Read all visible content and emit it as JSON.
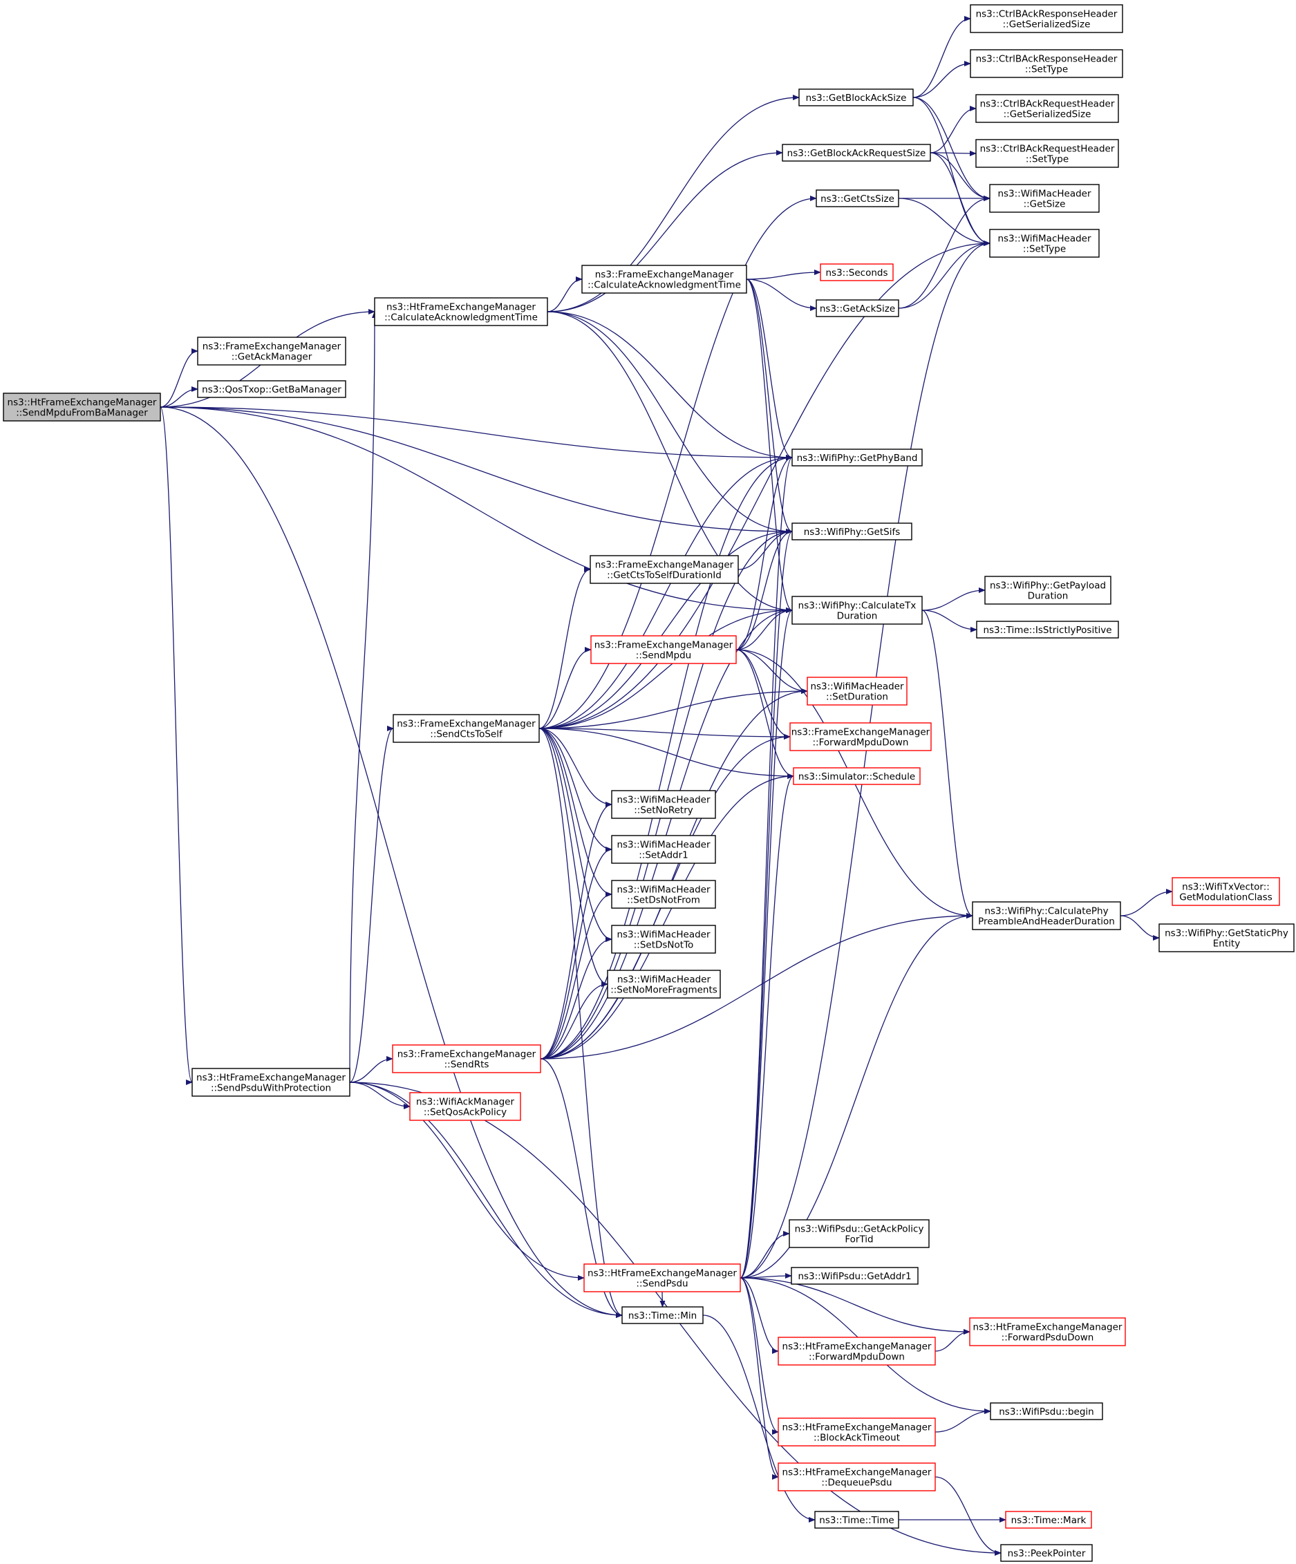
{
  "colors": {
    "edge": "#191970",
    "node_border": "#000000",
    "node_border_truncated": "#ff0000",
    "root_fill": "#bfbfbf",
    "node_fill": "#ffffff"
  },
  "nodes": [
    {
      "id": "root",
      "lines": [
        "ns3::HtFrameExchangeManager",
        "::SendMpduFromBaManager"
      ],
      "style": "root"
    },
    {
      "id": "calcAckHt",
      "lines": [
        "ns3::HtFrameExchangeManager",
        "::CalculateAcknowledgmentTime"
      ],
      "style": "normal"
    },
    {
      "id": "getAckMgr",
      "lines": [
        "ns3::FrameExchangeManager",
        "::GetAckManager"
      ],
      "style": "normal"
    },
    {
      "id": "getBaMgr",
      "lines": [
        "ns3::QosTxop::GetBaManager"
      ],
      "style": "normal"
    },
    {
      "id": "sendPsduProt",
      "lines": [
        "ns3::HtFrameExchangeManager",
        "::SendPsduWithProtection"
      ],
      "style": "normal"
    },
    {
      "id": "timeMin",
      "lines": [
        "ns3::Time::Min"
      ],
      "style": "normal"
    },
    {
      "id": "peekPtr",
      "lines": [
        "ns3::PeekPointer"
      ],
      "style": "normal"
    },
    {
      "id": "getPhyBand",
      "lines": [
        "ns3::WifiPhy::GetPhyBand"
      ],
      "style": "normal"
    },
    {
      "id": "getSifs",
      "lines": [
        "ns3::WifiPhy::GetSifs"
      ],
      "style": "normal"
    },
    {
      "id": "calcTx",
      "lines": [
        "ns3::WifiPhy::CalculateTx",
        "Duration"
      ],
      "style": "normal"
    },
    {
      "id": "getBlockAckSize",
      "lines": [
        "ns3::GetBlockAckSize"
      ],
      "style": "normal"
    },
    {
      "id": "getBlockAckReqSize",
      "lines": [
        "ns3::GetBlockAckRequestSize"
      ],
      "style": "normal"
    },
    {
      "id": "calcAckFem",
      "lines": [
        "ns3::FrameExchangeManager",
        "::CalculateAcknowledgmentTime"
      ],
      "style": "normal"
    },
    {
      "id": "getCtsSize",
      "lines": [
        "ns3::GetCtsSize"
      ],
      "style": "normal"
    },
    {
      "id": "seconds",
      "lines": [
        "ns3::Seconds"
      ],
      "style": "truncated"
    },
    {
      "id": "getAckSize",
      "lines": [
        "ns3::GetAckSize"
      ],
      "style": "normal"
    },
    {
      "id": "baRespSer",
      "lines": [
        "ns3::CtrlBAckResponseHeader",
        "::GetSerializedSize"
      ],
      "style": "normal"
    },
    {
      "id": "baRespType",
      "lines": [
        "ns3::CtrlBAckResponseHeader",
        "::SetType"
      ],
      "style": "normal"
    },
    {
      "id": "baReqSer",
      "lines": [
        "ns3::CtrlBAckRequestHeader",
        "::GetSerializedSize"
      ],
      "style": "normal"
    },
    {
      "id": "baReqType",
      "lines": [
        "ns3::CtrlBAckRequestHeader",
        "::SetType"
      ],
      "style": "normal"
    },
    {
      "id": "macGetSize",
      "lines": [
        "ns3::WifiMacHeader",
        "::GetSize"
      ],
      "style": "normal"
    },
    {
      "id": "macSetType",
      "lines": [
        "ns3::WifiMacHeader",
        "::SetType"
      ],
      "style": "normal"
    },
    {
      "id": "getPayload",
      "lines": [
        "ns3::WifiPhy::GetPayload",
        "Duration"
      ],
      "style": "normal"
    },
    {
      "id": "isStrictPos",
      "lines": [
        "ns3::Time::IsStrictlyPositive"
      ],
      "style": "normal"
    },
    {
      "id": "calcPreamble",
      "lines": [
        "ns3::WifiPhy::CalculatePhy",
        "PreambleAndHeaderDuration"
      ],
      "style": "normal"
    },
    {
      "id": "getModClass",
      "lines": [
        "ns3::WifiTxVector::",
        "GetModulationClass"
      ],
      "style": "truncated"
    },
    {
      "id": "getStaticPhy",
      "lines": [
        "ns3::WifiPhy::GetStaticPhy",
        "Entity"
      ],
      "style": "normal"
    },
    {
      "id": "getCtsToSelf",
      "lines": [
        "ns3::FrameExchangeManager",
        "::GetCtsToSelfDurationId"
      ],
      "style": "normal"
    },
    {
      "id": "sendMpdu",
      "lines": [
        "ns3::FrameExchangeManager",
        "::SendMpdu"
      ],
      "style": "truncated"
    },
    {
      "id": "sendCtsToSelf",
      "lines": [
        "ns3::FrameExchangeManager",
        "::SendCtsToSelf"
      ],
      "style": "normal"
    },
    {
      "id": "setDuration",
      "lines": [
        "ns3::WifiMacHeader",
        "::SetDuration"
      ],
      "style": "truncated"
    },
    {
      "id": "fwdMpduFem",
      "lines": [
        "ns3::FrameExchangeManager",
        "::ForwardMpduDown"
      ],
      "style": "truncated"
    },
    {
      "id": "schedule",
      "lines": [
        "ns3::Simulator::Schedule"
      ],
      "style": "truncated"
    },
    {
      "id": "setNoRetry",
      "lines": [
        "ns3::WifiMacHeader",
        "::SetNoRetry"
      ],
      "style": "normal"
    },
    {
      "id": "setAddr1",
      "lines": [
        "ns3::WifiMacHeader",
        "::SetAddr1"
      ],
      "style": "normal"
    },
    {
      "id": "setDsNotFrom",
      "lines": [
        "ns3::WifiMacHeader",
        "::SetDsNotFrom"
      ],
      "style": "normal"
    },
    {
      "id": "setDsNotTo",
      "lines": [
        "ns3::WifiMacHeader",
        "::SetDsNotTo"
      ],
      "style": "normal"
    },
    {
      "id": "setNoMoreFrag",
      "lines": [
        "ns3::WifiMacHeader",
        "::SetNoMoreFragments"
      ],
      "style": "normal"
    },
    {
      "id": "sendRts",
      "lines": [
        "ns3::FrameExchangeManager",
        "::SendRts"
      ],
      "style": "truncated"
    },
    {
      "id": "setQosAck",
      "lines": [
        "ns3::WifiAckManager",
        "::SetQosAckPolicy"
      ],
      "style": "truncated"
    },
    {
      "id": "sendPsdu",
      "lines": [
        "ns3::HtFrameExchangeManager",
        "::SendPsdu"
      ],
      "style": "truncated"
    },
    {
      "id": "getAckPolicy",
      "lines": [
        "ns3::WifiPsdu::GetAckPolicy",
        "ForTid"
      ],
      "style": "normal"
    },
    {
      "id": "psduAddr1",
      "lines": [
        "ns3::WifiPsdu::GetAddr1"
      ],
      "style": "normal"
    },
    {
      "id": "fwdPsduHt",
      "lines": [
        "ns3::HtFrameExchangeManager",
        "::ForwardPsduDown"
      ],
      "style": "truncated"
    },
    {
      "id": "fwdMpduHt",
      "lines": [
        "ns3::HtFrameExchangeManager",
        "::ForwardMpduDown"
      ],
      "style": "truncated"
    },
    {
      "id": "psduBegin",
      "lines": [
        "ns3::WifiPsdu::begin"
      ],
      "style": "normal"
    },
    {
      "id": "blockAckTimeout",
      "lines": [
        "ns3::HtFrameExchangeManager",
        "::BlockAckTimeout"
      ],
      "style": "truncated"
    },
    {
      "id": "dequeuePsdu",
      "lines": [
        "ns3::HtFrameExchangeManager",
        "::DequeuePsdu"
      ],
      "style": "truncated"
    },
    {
      "id": "timeTime",
      "lines": [
        "ns3::Time::Time"
      ],
      "style": "normal"
    },
    {
      "id": "timeMark",
      "lines": [
        "ns3::Time::Mark"
      ],
      "style": "truncated"
    }
  ],
  "edges": [
    [
      "root",
      "calcAckHt"
    ],
    [
      "root",
      "getAckMgr"
    ],
    [
      "root",
      "getBaMgr"
    ],
    [
      "root",
      "getPhyBand"
    ],
    [
      "root",
      "getSifs"
    ],
    [
      "root",
      "calcTx"
    ],
    [
      "root",
      "sendPsduProt"
    ],
    [
      "root",
      "timeMin"
    ],
    [
      "calcAckHt",
      "getBlockAckSize"
    ],
    [
      "calcAckHt",
      "getBlockAckReqSize"
    ],
    [
      "calcAckHt",
      "calcAckFem"
    ],
    [
      "calcAckHt",
      "getPhyBand"
    ],
    [
      "calcAckHt",
      "getSifs"
    ],
    [
      "calcAckHt",
      "calcTx"
    ],
    [
      "calcAckFem",
      "seconds"
    ],
    [
      "calcAckFem",
      "getAckSize"
    ],
    [
      "calcAckFem",
      "getPhyBand"
    ],
    [
      "calcAckFem",
      "getSifs"
    ],
    [
      "calcAckFem",
      "calcTx"
    ],
    [
      "getBlockAckSize",
      "baRespSer"
    ],
    [
      "getBlockAckSize",
      "baRespType"
    ],
    [
      "getBlockAckSize",
      "macGetSize"
    ],
    [
      "getBlockAckSize",
      "macSetType"
    ],
    [
      "getBlockAckReqSize",
      "baReqSer"
    ],
    [
      "getBlockAckReqSize",
      "baReqType"
    ],
    [
      "getBlockAckReqSize",
      "macGetSize"
    ],
    [
      "getBlockAckReqSize",
      "macSetType"
    ],
    [
      "getCtsSize",
      "macGetSize"
    ],
    [
      "getCtsSize",
      "macSetType"
    ],
    [
      "getAckSize",
      "macGetSize"
    ],
    [
      "getAckSize",
      "macSetType"
    ],
    [
      "calcTx",
      "getPayload"
    ],
    [
      "calcTx",
      "isStrictPos"
    ],
    [
      "calcTx",
      "calcPreamble"
    ],
    [
      "calcPreamble",
      "getModClass"
    ],
    [
      "calcPreamble",
      "getStaticPhy"
    ],
    [
      "getCtsToSelf",
      "getSifs"
    ],
    [
      "sendMpdu",
      "getPhyBand"
    ],
    [
      "sendMpdu",
      "getSifs"
    ],
    [
      "sendMpdu",
      "calcTx"
    ],
    [
      "sendMpdu",
      "setDuration"
    ],
    [
      "sendMpdu",
      "fwdMpduFem"
    ],
    [
      "sendMpdu",
      "schedule"
    ],
    [
      "sendMpdu",
      "calcPreamble"
    ],
    [
      "sendCtsToSelf",
      "getCtsSize"
    ],
    [
      "sendCtsToSelf",
      "macSetType"
    ],
    [
      "sendCtsToSelf",
      "getPhyBand"
    ],
    [
      "sendCtsToSelf",
      "getSifs"
    ],
    [
      "sendCtsToSelf",
      "getCtsToSelf"
    ],
    [
      "sendCtsToSelf",
      "calcTx"
    ],
    [
      "sendCtsToSelf",
      "sendMpdu"
    ],
    [
      "sendCtsToSelf",
      "setDuration"
    ],
    [
      "sendCtsToSelf",
      "fwdMpduFem"
    ],
    [
      "sendCtsToSelf",
      "schedule"
    ],
    [
      "sendCtsToSelf",
      "setNoRetry"
    ],
    [
      "sendCtsToSelf",
      "setAddr1"
    ],
    [
      "sendCtsToSelf",
      "setDsNotFrom"
    ],
    [
      "sendCtsToSelf",
      "setDsNotTo"
    ],
    [
      "sendCtsToSelf",
      "setNoMoreFrag"
    ],
    [
      "sendCtsToSelf",
      "timeMin"
    ],
    [
      "sendRts",
      "setNoRetry"
    ],
    [
      "sendRts",
      "setAddr1"
    ],
    [
      "sendRts",
      "setDsNotFrom"
    ],
    [
      "sendRts",
      "setDsNotTo"
    ],
    [
      "sendRts",
      "setNoMoreFrag"
    ],
    [
      "sendRts",
      "getPhyBand"
    ],
    [
      "sendRts",
      "getSifs"
    ],
    [
      "sendRts",
      "calcTx"
    ],
    [
      "sendRts",
      "setDuration"
    ],
    [
      "sendRts",
      "fwdMpduFem"
    ],
    [
      "sendRts",
      "schedule"
    ],
    [
      "sendRts",
      "calcPreamble"
    ],
    [
      "sendRts",
      "timeMin"
    ],
    [
      "sendPsduProt",
      "calcAckHt"
    ],
    [
      "sendPsduProt",
      "sendCtsToSelf"
    ],
    [
      "sendPsduProt",
      "sendRts"
    ],
    [
      "sendPsduProt",
      "setQosAck"
    ],
    [
      "sendPsduProt",
      "sendPsdu"
    ],
    [
      "sendPsduProt",
      "timeMin"
    ],
    [
      "sendPsduProt",
      "peekPtr"
    ],
    [
      "sendPsdu",
      "getPhyBand"
    ],
    [
      "sendPsdu",
      "getSifs"
    ],
    [
      "sendPsdu",
      "calcTx"
    ],
    [
      "sendPsdu",
      "macSetType"
    ],
    [
      "sendPsdu",
      "schedule"
    ],
    [
      "sendPsdu",
      "calcPreamble"
    ],
    [
      "sendPsdu",
      "getAckPolicy"
    ],
    [
      "sendPsdu",
      "psduAddr1"
    ],
    [
      "sendPsdu",
      "fwdPsduHt"
    ],
    [
      "sendPsdu",
      "fwdMpduHt"
    ],
    [
      "sendPsdu",
      "psduBegin"
    ],
    [
      "sendPsdu",
      "blockAckTimeout"
    ],
    [
      "sendPsdu",
      "dequeuePsdu"
    ],
    [
      "sendPsdu",
      "timeMin"
    ],
    [
      "fwdMpduHt",
      "fwdPsduHt"
    ],
    [
      "blockAckTimeout",
      "psduBegin"
    ],
    [
      "dequeuePsdu",
      "peekPtr"
    ],
    [
      "timeMin",
      "timeTime"
    ],
    [
      "timeTime",
      "timeMark"
    ]
  ]
}
